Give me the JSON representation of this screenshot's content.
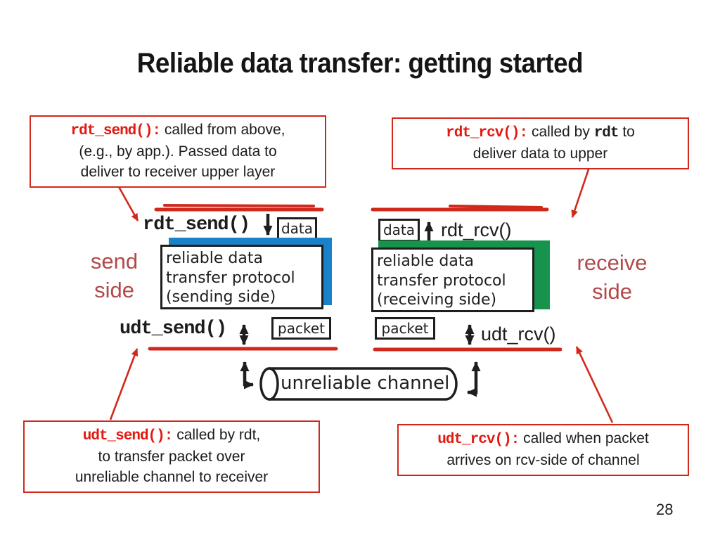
{
  "title": "Reliable data transfer: getting started",
  "page_number": "28",
  "colors": {
    "red_line": "#d2281c",
    "code_red": "#e3180f",
    "side_label_red": "#b14a4a",
    "sender_shadow_blue": "#1a82c8",
    "receiver_shadow_green": "#17934d",
    "diagram_black": "#1e1e1e"
  },
  "callouts": {
    "rdt_send": {
      "code": "rdt_send():",
      "line1_rest": " called from above,",
      "line2": "(e.g., by app.). Passed data to",
      "line3": "deliver to receiver upper layer"
    },
    "rdt_rcv": {
      "code": "rdt_rcv():",
      "line1_a": " called by ",
      "line1_code": "rdt",
      "line1_b": " to",
      "line2": "deliver data to upper"
    },
    "udt_send": {
      "code": "udt_send():",
      "line1_rest": " called by rdt,",
      "line2": "to transfer packet over",
      "line3": "unreliable channel to receiver"
    },
    "udt_rcv": {
      "code": "udt_rcv():",
      "line1_rest": " called when packet",
      "line2": "arrives on rcv-side of channel"
    }
  },
  "diagram": {
    "send_side": {
      "label_line1": "send",
      "label_line2": "side",
      "rdt_fn": "rdt_send()",
      "udt_fn": "udt_send()",
      "data_tag": "data",
      "packet_tag": "packet",
      "protocol_line1": "reliable data",
      "protocol_line2": "transfer protocol",
      "protocol_line3": "(sending side)"
    },
    "receive_side": {
      "label_line1": "receive",
      "label_line2": "side",
      "rdt_fn": "rdt_rcv()",
      "udt_fn": "udt_rcv()",
      "data_tag": "data",
      "packet_tag": "packet",
      "protocol_line1": "reliable data",
      "protocol_line2": "transfer protocol",
      "protocol_line3": "(receiving side)"
    },
    "channel_label": "unreliable channel"
  }
}
